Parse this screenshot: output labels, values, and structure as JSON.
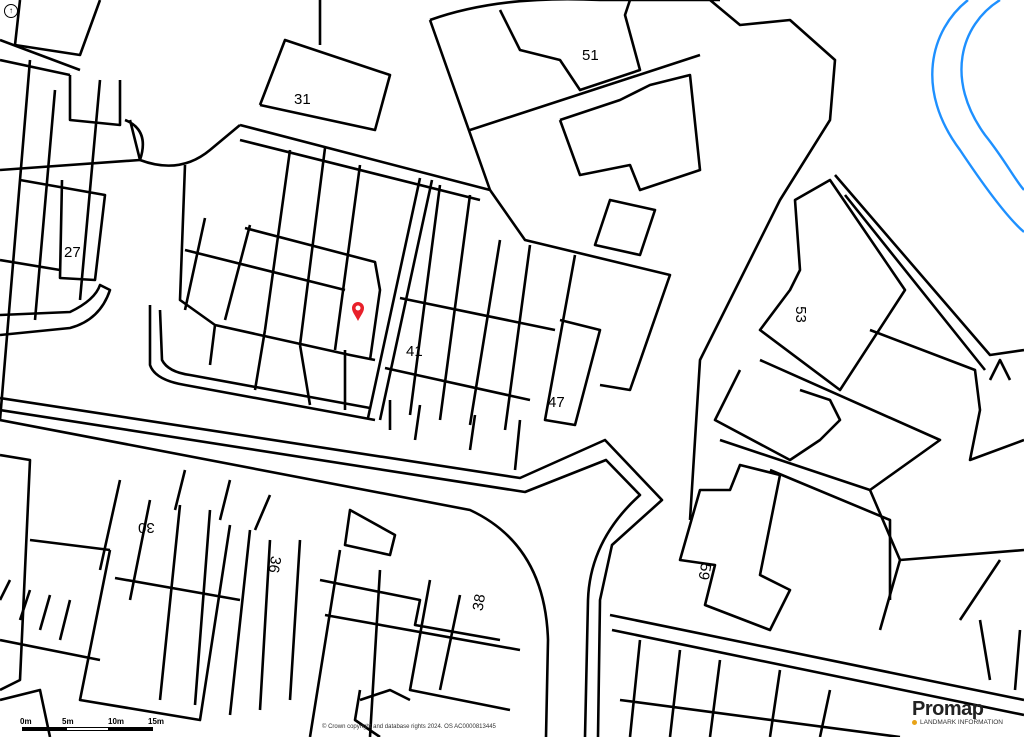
{
  "map": {
    "plot_labels": {
      "p51": "51",
      "p31": "31",
      "p27": "27",
      "p41": "41",
      "p47": "47",
      "p53": "53",
      "p30": "30",
      "p36": "36",
      "p38": "38",
      "p59": "59"
    },
    "marker": {
      "type": "location-pin",
      "color": "#e8202a"
    },
    "river_color": "#1e90ff",
    "north_arrow": "north-arrow-icon"
  },
  "scale_bar": {
    "ticks": [
      "0m",
      "5m",
      "10m",
      "15m"
    ]
  },
  "copyright": "© Crown copyright and database rights 2024. OS AC0000813445",
  "logo": {
    "name": "Promap",
    "tagline": "LANDMARK INFORMATION",
    "accent": "#e8a317"
  }
}
